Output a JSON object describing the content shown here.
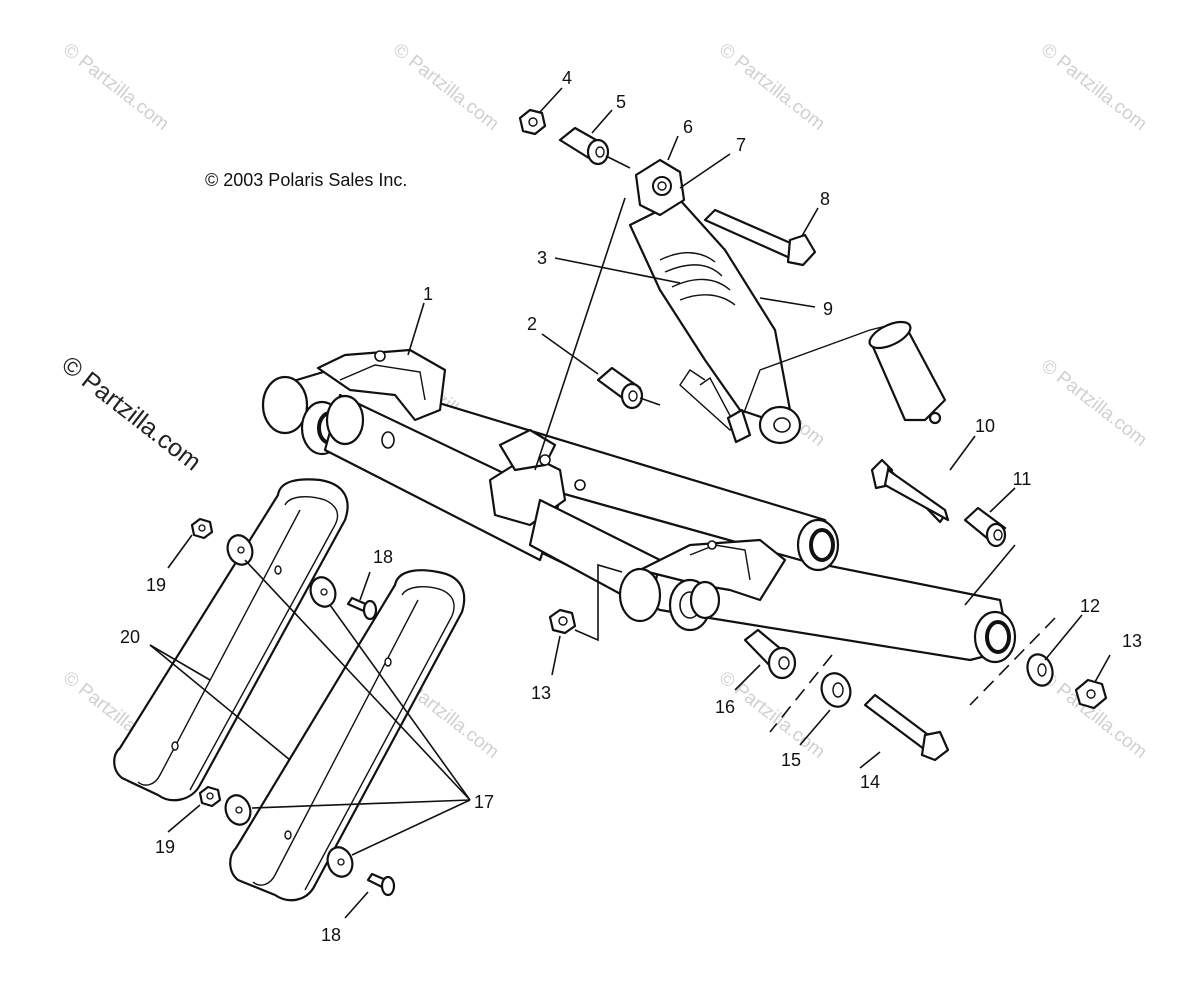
{
  "diagram": {
    "copyright": "© 2003 Polaris Sales Inc.",
    "watermark_main": "© Partzilla.com",
    "watermark_tile": "© Partzilla.com",
    "callouts": {
      "c1": "1",
      "c2": "2",
      "c3": "3",
      "c4": "4",
      "c5": "5",
      "c6": "6",
      "c7": "7",
      "c8": "8",
      "c9": "9",
      "c10": "10",
      "c11": "11",
      "c12": "12",
      "c13a": "13",
      "c13b": "13",
      "c14": "14",
      "c15": "15",
      "c16": "16",
      "c17": "17",
      "c18a": "18",
      "c18b": "18",
      "c19a": "19",
      "c19b": "19",
      "c20": "20"
    }
  }
}
